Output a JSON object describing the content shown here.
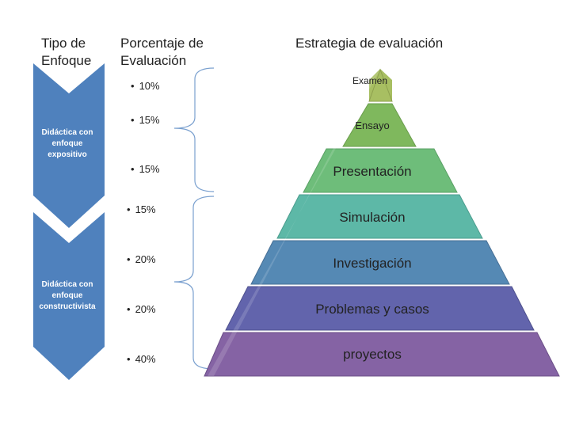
{
  "headers": {
    "tipo": "Tipo de\nEnfoque",
    "porcentaje": "Porcentaje de\nEvaluación",
    "estrategia": "Estrategia de evaluación"
  },
  "approaches": [
    {
      "label": "Didáctica con enfoque expositivo"
    },
    {
      "label": "Didáctica con enfoque constructivista"
    }
  ],
  "percentages": [
    "10%",
    "15%",
    "15%",
    "15%",
    "20%",
    "20%",
    "40%"
  ],
  "pyramid_levels": [
    {
      "label": "Examen",
      "color": "#a8bf62"
    },
    {
      "label": "Ensayo",
      "color": "#7fb85d"
    },
    {
      "label": "Presentación",
      "color": "#6ebd7a"
    },
    {
      "label": "Simulación",
      "color": "#5db8a7"
    },
    {
      "label": "Investigación",
      "color": "#5589b4"
    },
    {
      "label": "Problemas y casos",
      "color": "#6264ac"
    },
    {
      "label": "proyectos",
      "color": "#8563a4"
    }
  ],
  "colors": {
    "chevron": "#4f81bd"
  }
}
